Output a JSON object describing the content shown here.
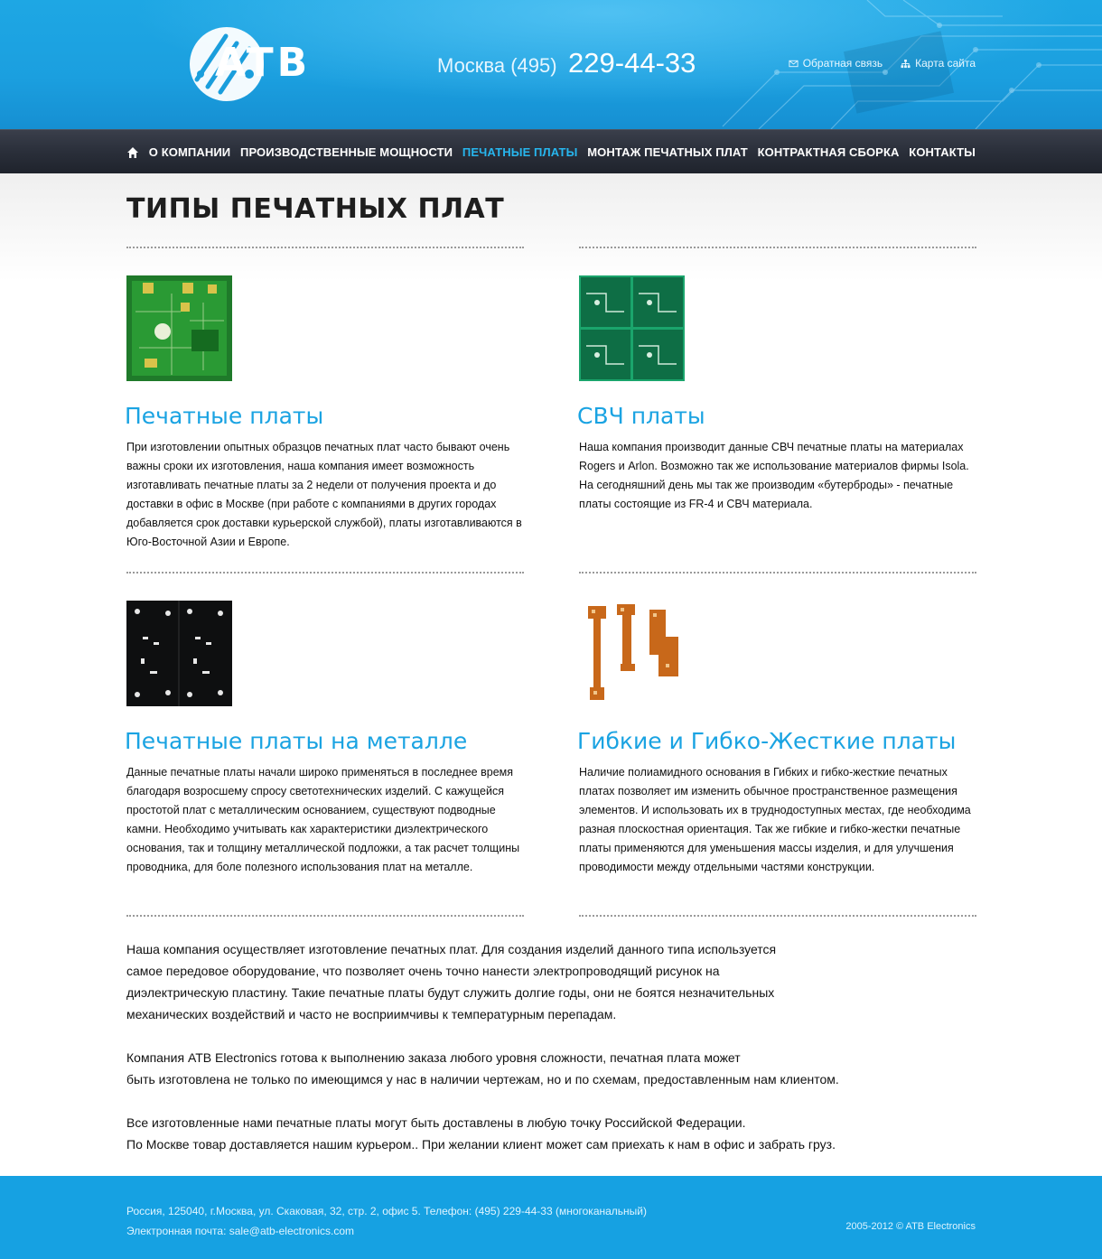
{
  "header": {
    "logo_text": "ATB",
    "phone_city": "Москва (495)",
    "phone_number": "229-44-33",
    "links": [
      {
        "label": "Обратная связь",
        "icon": "mail-icon"
      },
      {
        "label": "Карта сайта",
        "icon": "sitemap-icon"
      }
    ]
  },
  "nav": {
    "home_icon": "home-icon",
    "items": [
      {
        "label": "О компании",
        "active": false
      },
      {
        "label": "Производственные мощности",
        "active": false
      },
      {
        "label": "Печатные платы",
        "active": true
      },
      {
        "label": "Монтаж печатных плат",
        "active": false
      },
      {
        "label": "Контрактная сборка",
        "active": false
      },
      {
        "label": "Контакты",
        "active": false
      }
    ],
    "active_color": "#27b6ee"
  },
  "page": {
    "title": "ТИПЫ ПЕЧАТНЫХ ПЛАТ"
  },
  "cards": [
    {
      "title": "Печатные платы",
      "text": "При изготовлении опытных образцов печатных плат часто бывают очень важны сроки их изготовления, наша компания имеет возможность изготавливать печатные платы за 2 недели от получения проекта и до доставки в офис в Москве (при работе с компаниями в других городах добавляется срок доставки курьерской службой), платы изготавливаются в Юго-Восточной Азии и Европе.",
      "image": "green-pcb-image"
    },
    {
      "title": "СВЧ платы",
      "text": "Наша компания производит данные СВЧ печатные платы на материалах Rogers и Arlon. Возможно так же использование материалов фирмы Isola. На сегодняшний день мы так же производим «бутерброды» - печатные платы состоящие из FR-4 и СВЧ материала.",
      "image": "microwave-pcb-image"
    },
    {
      "title": "Печатные платы на металле",
      "text": "Данные печатные платы начали широко применяться в последнее время благодаря возросшему спросу светотехнических изделий. С кажущейся простотой плат с металлическим основанием, существуют подводные камни. Необходимо учитывать как характеристики диэлектрического основания, так и толщину металлической подложки, а так расчет толщины проводника, для боле полезного использования плат на металле.",
      "image": "metal-pcb-image"
    },
    {
      "title": "Гибкие и Гибко-Жесткие платы",
      "text": "Наличие полиамидного основания в Гибких и гибко-жесткие печатных платах позволяет им изменить обычное пространственное размещения элементов. И использовать их в труднодоступных местах, где необходима разная плоскостная ориентация. Так же гибкие и гибко-жестки печатные платы применяются для уменьшения массы изделия, и для улучшения проводимости между отдельными частями конструкции.",
      "image": "flex-pcb-image"
    }
  ],
  "body": {
    "p1_l1": "Наша компания осуществляет изготовление печатных плат. Для создания изделий данного типа используется",
    "p1_l2": "самое передовое оборудование, что позволяет очень точно нанести электропроводящий рисунок на",
    "p1_l3": "диэлектрическую пластину. Такие печатные платы будут служить долгие годы, они не боятся незначительных",
    "p1_l4": "механических воздействий и часто не восприимчивы к температурным перепадам.",
    "p2_l1": "Компания ATB Electronics готова к выполнению заказа любого уровня сложности, печатная плата может",
    "p2_l2": "быть изготовлена не только по имеющимся у нас в наличии чертежам, но и по схемам, предоставленным нам клиентом.",
    "p3_l1": "Все изготовленные нами печатные платы могут быть доставлены в любую точку Российской Федерации.",
    "p3_l2": "По Москве товар доставляется нашим курьером.. При желании клиент может сам приехать к нам в офис и забрать груз."
  },
  "footer": {
    "address": "Россия, 125040, г.Москва, ул. Скаковая, 32, стр. 2, офис 5. Телефон: (495) 229-44-33 (многоканальный)",
    "email": "Электронная почта: sale@atb-electronics.com",
    "copyright": "2005-2012 © ATB Electronics"
  }
}
